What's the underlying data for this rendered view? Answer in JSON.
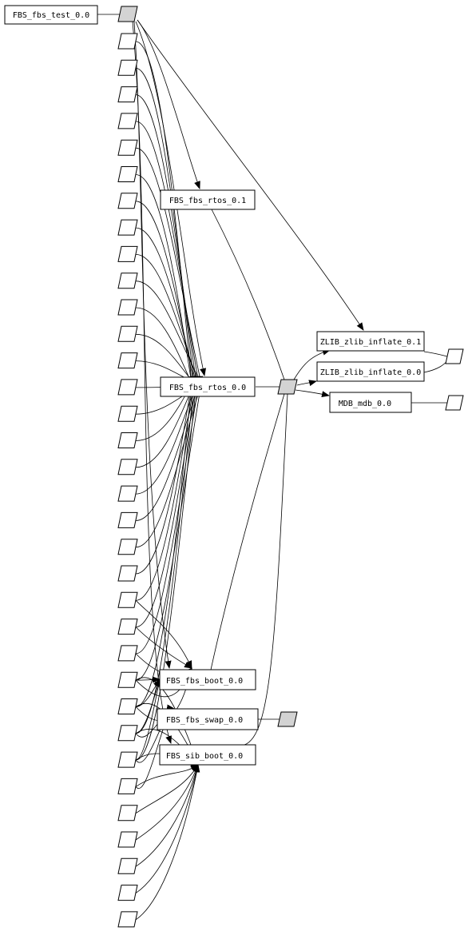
{
  "nodes": {
    "fbs_test": "FBS_fbs_test_0.0",
    "fbs_rtos_01": "FBS_fbs_rtos_0.1",
    "zlib_inflate_01": "ZLIB_zlib_inflate_0.1",
    "zlib_inflate_00": "ZLIB_zlib_inflate_0.0",
    "fbs_rtos_00": "FBS_fbs_rtos_0.0",
    "mdb": "MDB_mdb_0.0",
    "fbs_boot": "FBS_fbs_boot_0.0",
    "fbs_swap": "FBS_fbs_swap_0.0",
    "sib_boot": "FBS_sib_boot_0.0"
  },
  "colors": {
    "stroke": "#000000",
    "box_fill": "#ffffff",
    "hub_fill": "#d3d3d3",
    "leaf_fill": "#ffffff"
  },
  "leaf_count": 34
}
